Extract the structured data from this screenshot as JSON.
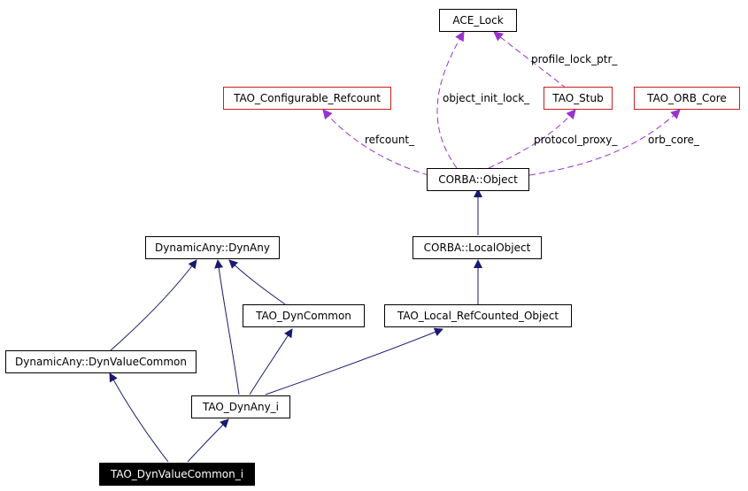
{
  "colors": {
    "inheritance": "#191970",
    "usage": "#9a32cd",
    "node_border": "#000000",
    "external_border": "#cc1f1f",
    "current_fill": "#000000",
    "current_text": "#ffffff"
  },
  "nodes": {
    "ace_lock": "ACE_Lock",
    "tao_configurable_refcount": "TAO_Configurable_Refcount",
    "tao_stub": "TAO_Stub",
    "tao_orb_core": "TAO_ORB_Core",
    "corba_object": "CORBA::Object",
    "corba_localobject": "CORBA::LocalObject",
    "dynamicany_dynany": "DynamicAny::DynAny",
    "tao_dyncommon": "TAO_DynCommon",
    "tao_local_refcounted_object": "TAO_Local_RefCounted_Object",
    "dynamicany_dynvaluecommon": "DynamicAny::DynValueCommon",
    "tao_dynany_i": "TAO_DynAny_i",
    "tao_dynvaluecommon_i": "TAO_DynValueCommon_i"
  },
  "edge_labels": {
    "object_init_lock": "object_init_lock_",
    "profile_lock_ptr": "profile_lock_ptr_",
    "refcount": "refcount_",
    "protocol_proxy": "protocol_proxy_",
    "orb_core": "orb_core_"
  }
}
